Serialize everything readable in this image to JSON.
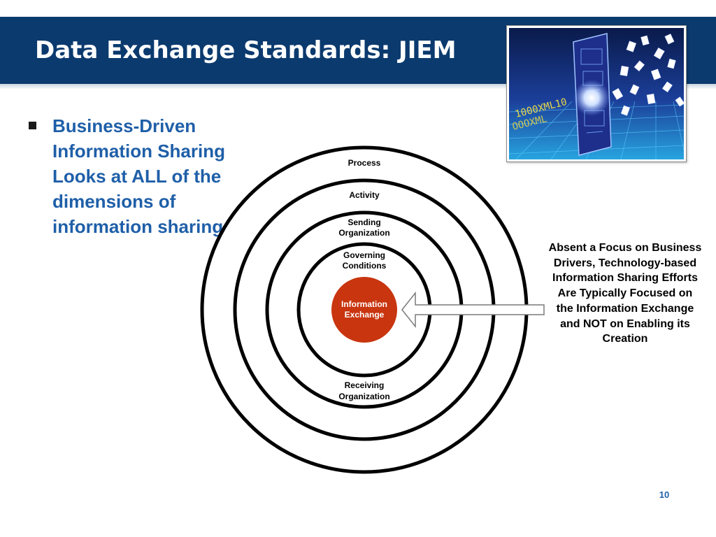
{
  "slide": {
    "title": "Data Exchange Standards: JIEM",
    "bullet": "Business-Driven Information Sharing Looks at ALL of the dimensions of information sharing",
    "callout": "Absent a Focus on Business Drivers, Technology-based Information Sharing Efforts Are Typically Focused on the Information Exchange and NOT on Enabling its Creation",
    "page_number": "10"
  },
  "diagram": {
    "process": "Process",
    "activity": "Activity",
    "sending_line1": "Sending",
    "sending_line2": "Organization",
    "governing_line1": "Governing",
    "governing_line2": "Conditions",
    "receiving_line1": "Receiving",
    "receiving_line2": "Organization",
    "center_line1": "Information",
    "center_line2": "Exchange"
  },
  "image": {
    "code_text": "1000XML10"
  },
  "colors": {
    "title_bar": "#0b3a6e",
    "bullet_text": "#1f5fa8",
    "center_fill": "#c8350f",
    "ring_stroke": "#000000"
  }
}
